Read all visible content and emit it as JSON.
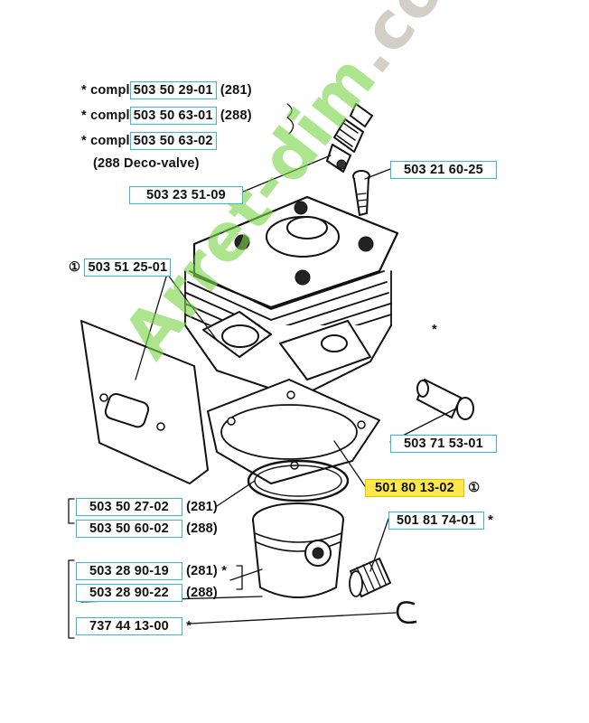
{
  "watermark": {
    "main": "Arret-dim",
    "tail": ".com"
  },
  "header_notes": [
    {
      "prefix": "compl",
      "part": "503 50 29-01",
      "note": "(281)"
    },
    {
      "prefix": "compl",
      "part": "503 50 63-01",
      "note": "(288)"
    },
    {
      "prefix": "compl",
      "part": "503 50 63-02",
      "note": ""
    }
  ],
  "header_note_extra": "(288 Deco-valve)",
  "parts": {
    "spark_plug_area": "503 23 51-09",
    "cylinder_bolt": "503 21 60-25",
    "cylinder_assembly": "503 51 25-01",
    "decompression_valve": "503 71 53-01",
    "gasket": "501 80 13-02",
    "needle_bearing": "501 81 74-01",
    "piston_ring_281": "503 50 27-02",
    "piston_ring_288": "503 50 60-02",
    "piston_281": "503 28 90-19",
    "piston_288": "503 28 90-22",
    "circlip": "737 44 13-00"
  },
  "notes": {
    "n281": "(281)",
    "n288": "(288)",
    "circle_one": "①",
    "asterisk": "*"
  }
}
